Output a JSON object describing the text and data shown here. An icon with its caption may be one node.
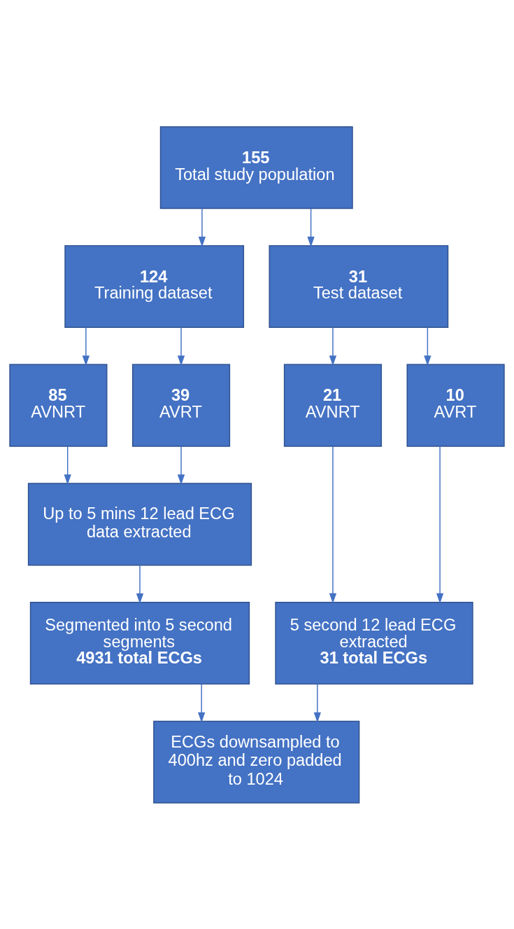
{
  "diagram": {
    "nodes": [
      {
        "text": [
          "155",
          "Total study population"
        ]
      },
      {
        "text": [
          "124",
          "Training dataset"
        ]
      },
      {
        "text": [
          "31",
          "Test dataset"
        ]
      },
      {
        "text": [
          "85",
          "AVNRT"
        ]
      },
      {
        "text": [
          "39",
          "AVRT"
        ]
      },
      {
        "text": [
          "21",
          "AVNRT"
        ]
      },
      {
        "text": [
          "10",
          "AVRT"
        ]
      },
      {
        "text": [
          "Up to 5 mins 12 lead ECG data extracted"
        ]
      },
      {
        "text": [
          "Segmented into 5 second segments",
          "4931 total ECGs"
        ]
      },
      {
        "text": [
          "5 second 12 lead ECG extracted",
          "31 total ECGs"
        ]
      },
      {
        "text": [
          "ECGs downsampled to 400hz and zero padded to 1024"
        ]
      }
    ],
    "edges": [
      {
        "from": 0,
        "to": 1,
        "arrow": "to"
      },
      {
        "from": 0,
        "to": 2,
        "arrow": "to"
      },
      {
        "from": 1,
        "to": 3,
        "arrow": "to"
      },
      {
        "from": 1,
        "to": 4,
        "arrow": "to"
      },
      {
        "from": 2,
        "to": 5,
        "arrow": "to"
      },
      {
        "from": 2,
        "to": 6,
        "arrow": "to"
      },
      {
        "from": 3,
        "to": 7,
        "arrow": "to"
      },
      {
        "from": 4,
        "to": 7,
        "arrow": "to"
      },
      {
        "from": 5,
        "to": 9,
        "arrow": "to"
      },
      {
        "from": 6,
        "to": 9,
        "arrow": "to"
      },
      {
        "from": 7,
        "to": 8,
        "arrow": "to"
      },
      {
        "from": 8,
        "to": 10,
        "arrow": "to"
      },
      {
        "from": 9,
        "to": 10,
        "arrow": "to"
      }
    ]
  }
}
